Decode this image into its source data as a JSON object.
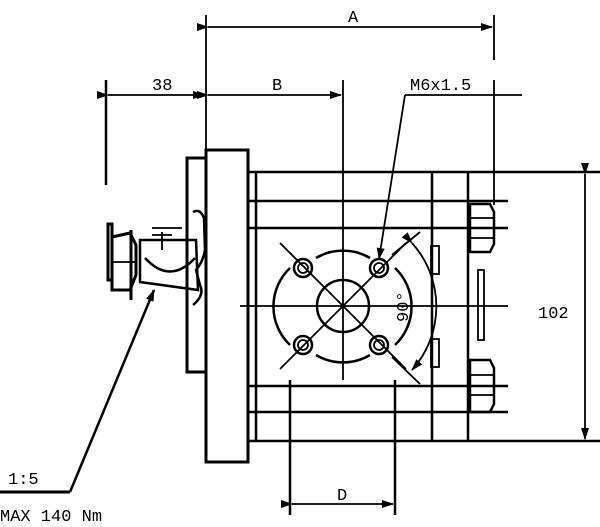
{
  "dimensions": {
    "a": "A",
    "b": "B",
    "d": "D",
    "offset": "38",
    "height": "102",
    "thread": "M6x1.5",
    "angle": "90°"
  },
  "notes": {
    "scale": "1:5",
    "torque": "MAX 140 Nm"
  },
  "colors": {
    "line": "#000000",
    "background": "#ffffff"
  }
}
